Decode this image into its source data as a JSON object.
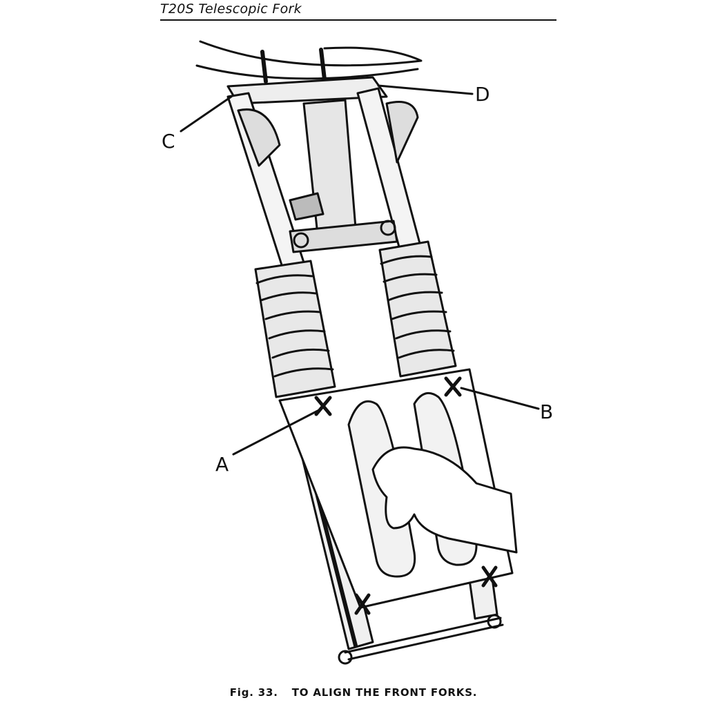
{
  "header": {
    "title": "T20S Telescopic Fork"
  },
  "figure": {
    "labels": {
      "a": "A",
      "b": "B",
      "c": "C",
      "d": "D"
    }
  },
  "caption": {
    "number": "Fig. 33.",
    "text": "TO ALIGN THE FRONT FORKS."
  }
}
